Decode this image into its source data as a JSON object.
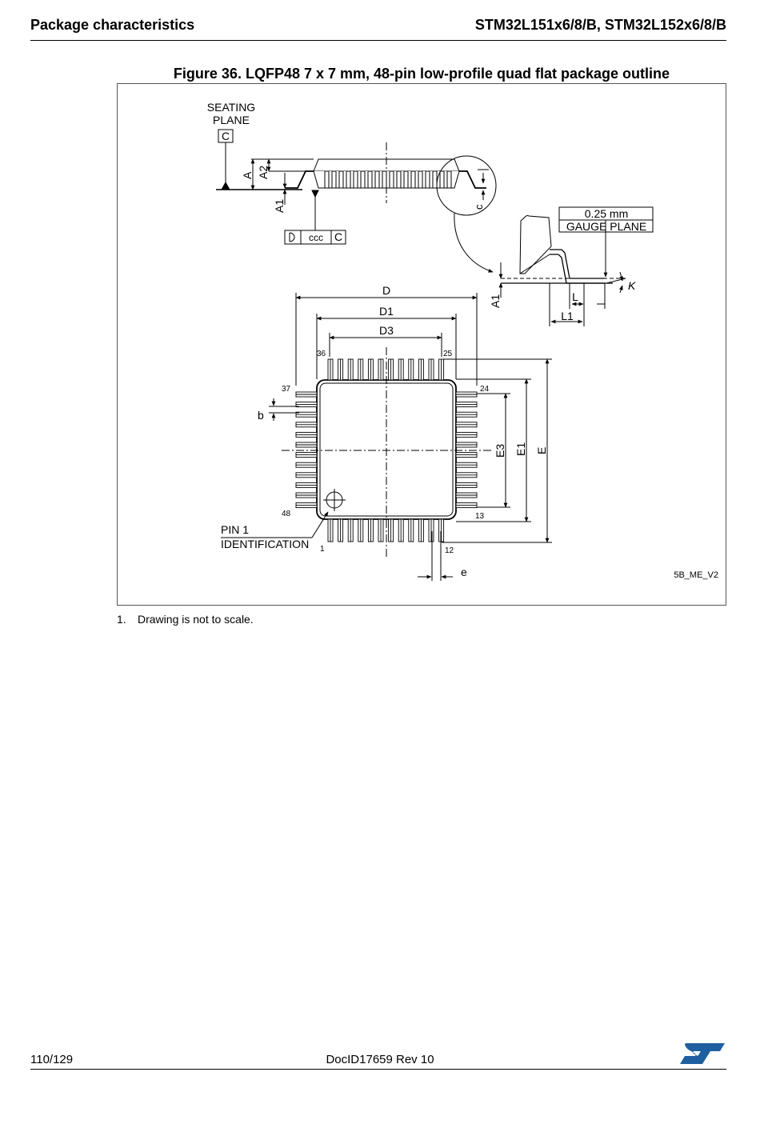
{
  "header": {
    "section": "Package characteristics",
    "part_numbers": "STM32L151x6/8/B, STM32L152x6/8/B"
  },
  "figure": {
    "title": "Figure 36. LQFP48 7 x 7 mm, 48-pin low-profile quad flat package outline",
    "labels": {
      "seating_line1": "SEATING",
      "seating_line2": "PLANE",
      "datum_c": "C",
      "dim_a": "A",
      "dim_a2": "A2",
      "dim_a1": "A1",
      "dim_c": "c",
      "ccc": "ccc",
      "ccc_ref": "C",
      "gauge_value": "0.25 mm",
      "gauge_plane": "GAUGE PLANE",
      "dim_k": "K",
      "dim_a1_detail": "A1",
      "dim_l": "L",
      "dim_l1": "L1",
      "dim_d": "D",
      "dim_d1": "D1",
      "dim_d3": "D3",
      "pin_36": "36",
      "pin_25": "25",
      "pin_37": "37",
      "pin_24": "24",
      "dim_b": "b",
      "dim_e3": "E3",
      "dim_e1": "E1",
      "dim_e": "E",
      "pin_48": "48",
      "pin_13": "13",
      "pin1_id_line1": "PIN 1",
      "pin1_id_line2": "IDENTIFICATION",
      "pin_1": "1",
      "pin_12": "12",
      "dim_pitch": "e",
      "drawing_code": "5B_ME_V2"
    }
  },
  "note": {
    "number": "1.",
    "text": "Drawing is not to scale."
  },
  "footer": {
    "page": "110/129",
    "doc_id": "DocID17659 Rev 10"
  },
  "brand": {
    "logo": "st-logo",
    "color": "#1f5fa0"
  }
}
